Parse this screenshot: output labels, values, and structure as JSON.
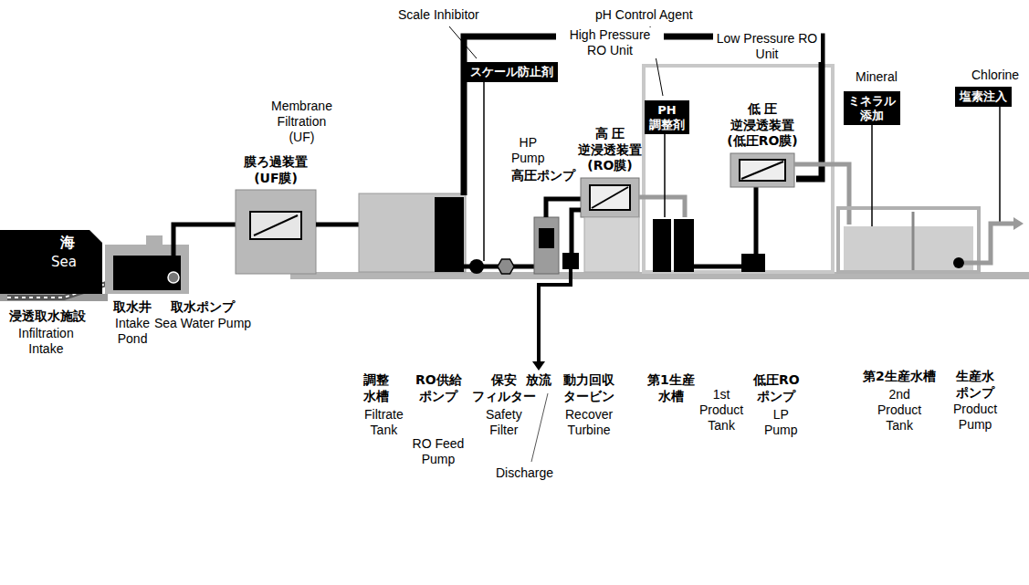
{
  "diagram": {
    "nodes": [
      {
        "text": [
          "海",
          "Sea"
        ]
      },
      {
        "text": [
          "膜ろ過装置 (UF膜)"
        ]
      },
      {
        "text": [
          "スケール防止剤"
        ]
      },
      {
        "text": [
          "高 圧 逆浸透装置 (RO膜)"
        ]
      },
      {
        "text": [
          "PH 調整剤"
        ]
      },
      {
        "text": [
          "低 圧 逆浸透装置 (低圧RO膜)"
        ]
      },
      {
        "text": [
          "ミネラル 添加"
        ]
      },
      {
        "text": [
          "塩素注入"
        ]
      }
    ],
    "labels": [
      "Scale Inhibitor",
      "pH Control Agent",
      "High Pressure RO Unit",
      "Low Pressure RO Unit",
      "Chlorine",
      "Mineral",
      "Membrane Filtration (UF)",
      "HP Pump",
      "高圧ポンプ",
      "取水井",
      "取水ポンプ",
      "浸透取水施設",
      "Intake Pond",
      "Sea Water Pump",
      "Infiltration Intake",
      "調整 水槽",
      "RO供給 ポンプ",
      "保安 フィルター",
      "放流",
      "動力回収 タービン",
      "第1生産 水槽",
      "低圧RO ポンプ",
      "第2生産水槽",
      "生産水 ポンプ",
      "Filtrate Tank",
      "Safety Filter",
      "Recover Turbine",
      "1st Product Tank",
      "LP Pump",
      "2nd Product Tank",
      "Product Pump",
      "RO Feed Pump",
      "Discharge"
    ]
  }
}
